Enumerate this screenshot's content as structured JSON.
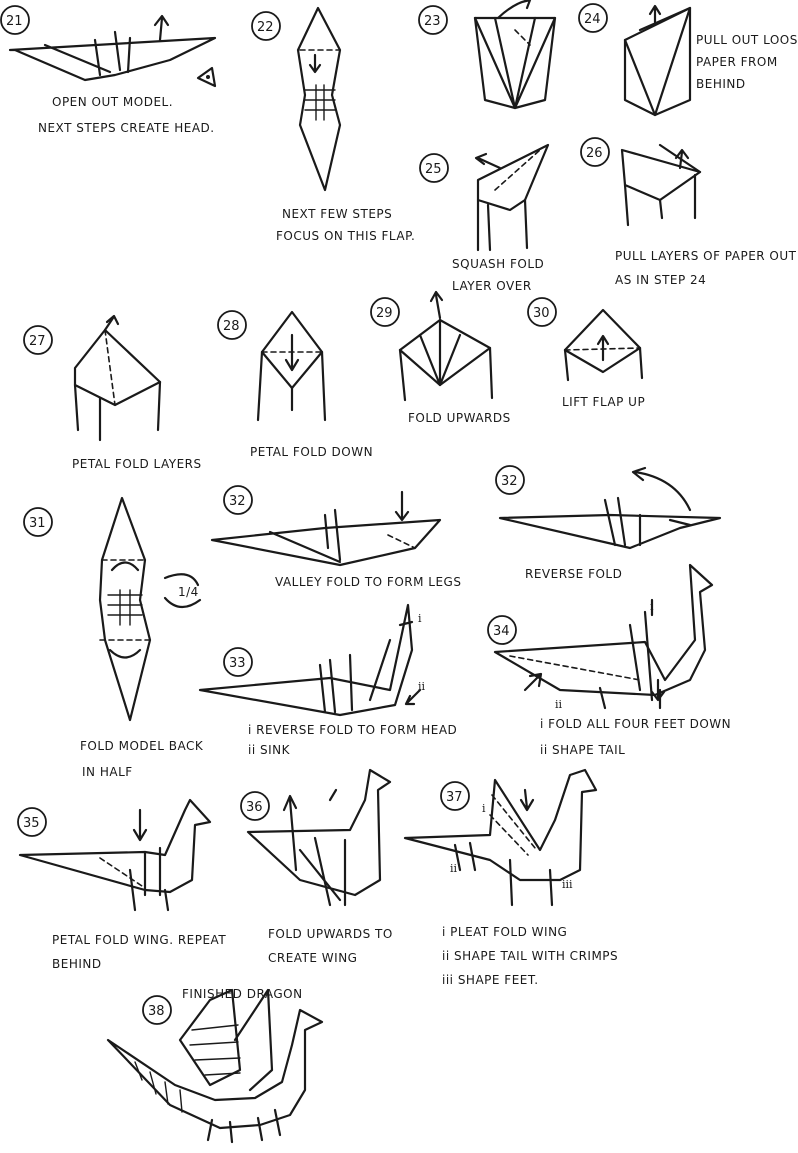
{
  "steps": [
    {
      "n": "21",
      "caption": [
        "OPEN OUT MODEL.",
        "NEXT STEPS CREATE HEAD."
      ]
    },
    {
      "n": "22",
      "caption": [
        "NEXT FEW STEPS",
        "FOCUS ON THIS FLAP."
      ]
    },
    {
      "n": "23",
      "caption": []
    },
    {
      "n": "24",
      "caption": [
        "PULL OUT LOOSE",
        "PAPER FROM",
        "BEHIND"
      ]
    },
    {
      "n": "25",
      "caption": [
        "SQUASH FOLD",
        "LAYER OVER"
      ]
    },
    {
      "n": "26",
      "caption": [
        "PULL LAYERS OF PAPER OUT",
        "AS IN STEP 24"
      ]
    },
    {
      "n": "27",
      "caption": [
        "PETAL FOLD LAYERS"
      ]
    },
    {
      "n": "28",
      "caption": [
        "PETAL FOLD DOWN"
      ]
    },
    {
      "n": "29",
      "caption": [
        "FOLD UPWARDS"
      ]
    },
    {
      "n": "30",
      "caption": [
        "LIFT FLAP UP"
      ]
    },
    {
      "n": "31",
      "caption": [
        "FOLD MODEL BACK",
        "IN HALF"
      ],
      "turn": "1/4"
    },
    {
      "n": "32",
      "caption": [
        "VALLEY FOLD TO FORM LEGS"
      ]
    },
    {
      "n": "32",
      "caption": [
        "REVERSE FOLD"
      ]
    },
    {
      "n": "33",
      "caption": [
        "i REVERSE FOLD TO FORM HEAD",
        "ii SINK"
      ],
      "marks": [
        "i",
        "ii"
      ]
    },
    {
      "n": "34",
      "caption": [
        "i FOLD ALL FOUR FEET DOWN",
        "ii SHAPE TAIL"
      ],
      "marks": [
        "i",
        "ii"
      ]
    },
    {
      "n": "35",
      "caption": [
        "PETAL FOLD WING. REPEAT",
        "BEHIND"
      ]
    },
    {
      "n": "36",
      "caption": [
        "FOLD UPWARDS TO",
        "CREATE WING"
      ]
    },
    {
      "n": "37",
      "caption": [
        "i PLEAT FOLD WING",
        "ii SHAPE TAIL WITH CRIMPS",
        "iii SHAPE FEET."
      ],
      "marks": [
        "i",
        "ii",
        "iii"
      ]
    },
    {
      "n": "38",
      "caption": [
        "FINISHED DRAGON"
      ]
    }
  ]
}
